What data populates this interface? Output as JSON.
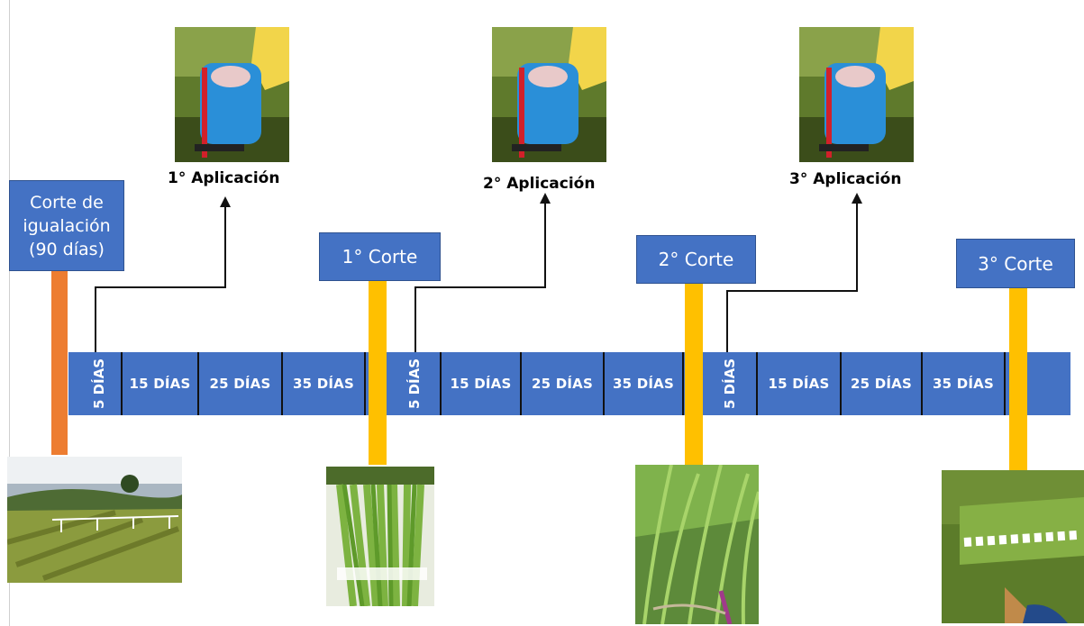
{
  "equalization_cut": {
    "label_lines": [
      "Corte de",
      "igualación",
      "(90 días)"
    ]
  },
  "cuts": [
    "1° Corte",
    "2° Corte",
    "3° Corte"
  ],
  "applications": [
    "1° Aplicación",
    "2° Aplicación",
    "3° Aplicación"
  ],
  "intervals": [
    "5 DÍAS",
    "15 DÍAS",
    "25 DÍAS",
    "35 DÍAS"
  ],
  "colors": {
    "timeline": "#4472c4",
    "equalization_post": "#ed7d31",
    "cut_post": "#ffc000",
    "label_box": "#4472c4"
  },
  "photos": {
    "application": "sprayer-photo",
    "equalization": "field-plots-photo",
    "cut_1": "harvested-grass-bundle-photo",
    "cut_2": "grass-closeup-photo",
    "cut_3": "grass-samples-on-ground-photo"
  }
}
